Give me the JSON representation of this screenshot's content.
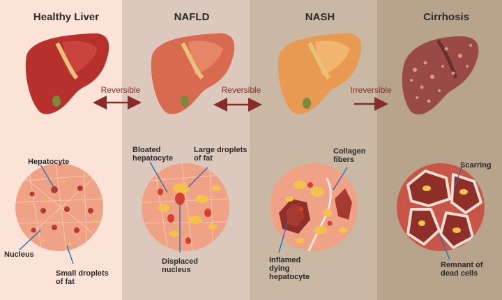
{
  "stages": [
    {
      "title": "Healthy Liver",
      "color": "#c13a33"
    },
    {
      "title": "NAFLD",
      "color": "#d86a4f"
    },
    {
      "title": "NASH",
      "color": "#e89a52"
    },
    {
      "title": "Cirrhosis",
      "color": "#9a4a46"
    }
  ],
  "transitions": [
    {
      "label": "Reversible",
      "type": "bidirectional"
    },
    {
      "label": "Reversible",
      "type": "bidirectional"
    },
    {
      "label": "Irreversible",
      "type": "forward"
    }
  ],
  "labels": {
    "healthy": {
      "hepatocyte": "Hepatocyte",
      "nucleus": "Nucleus",
      "small_droplets": "Small droplets of fat"
    },
    "nafld": {
      "bloated": "Bloated hepatocyte",
      "large_droplets": "Large droplets of fat",
      "displaced": "Displaced nucleus"
    },
    "nash": {
      "collagen": "Collagen fibers",
      "inflamed": "Inflamed dying hepatocyte"
    },
    "cirrhosis": {
      "scarring": "Scarring",
      "remnant": "Remnant of dead cells"
    }
  },
  "colors": {
    "panel1": "#fbe3d8",
    "panel2": "#dcc8bd",
    "panel3": "#c9b8a3",
    "panel4": "#b8a38c",
    "arrow": "#8a2b2b",
    "tissue": "#f0a286",
    "fat": "#f2c24c",
    "nucleus": "#b23a2e"
  }
}
